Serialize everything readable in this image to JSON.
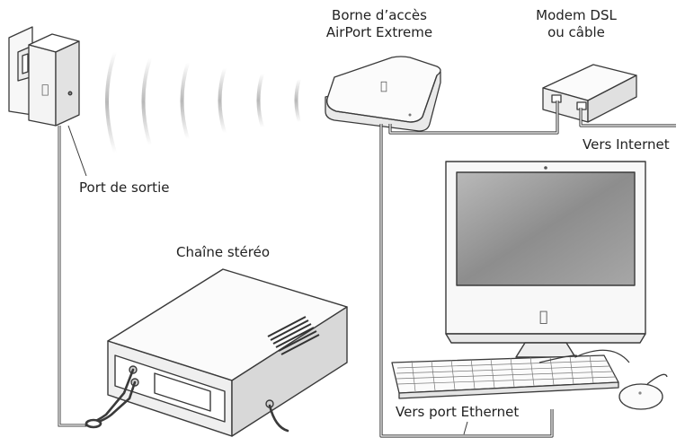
{
  "labels": {
    "base_station": {
      "line1": "Borne d’accès",
      "line2": "AirPort Extreme"
    },
    "modem": {
      "line1": "Modem DSL",
      "line2": "ou câble"
    },
    "internet": "Vers Internet",
    "output_port": "Port de sortie",
    "stereo": "Chaîne stéréo",
    "ethernet": "Vers port Ethernet"
  },
  "icons": {
    "express": "airport-express-icon",
    "extreme": "airport-extreme-icon",
    "modem": "modem-icon",
    "imac": "imac-icon",
    "keyboard": "keyboard-icon",
    "mouse": "mouse-icon",
    "stereo": "stereo-icon",
    "apple_logo": "apple-logo-icon"
  },
  "colors": {
    "line": "#3a3a3a",
    "device_fill": "#f4f4f4",
    "screen": "#9a9a9a",
    "wave": "#c8c8c8"
  }
}
